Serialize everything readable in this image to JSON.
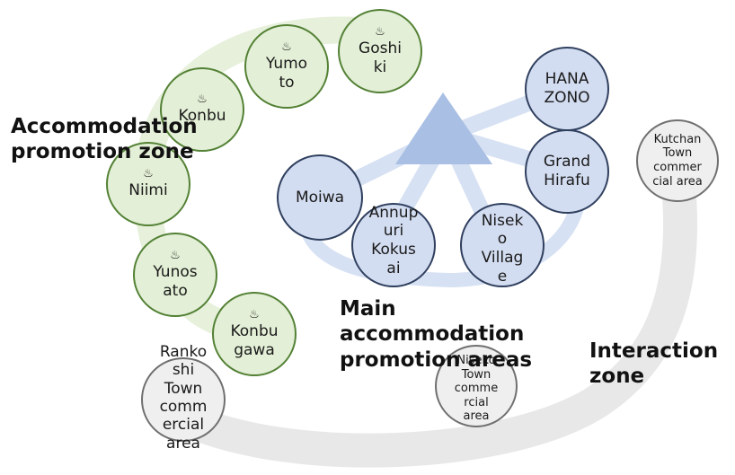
{
  "onsen_symbol": "♨",
  "zones": {
    "accommodation": "Accommodation\npromotion zone",
    "main": "Main\naccommodation\npromotion areas",
    "interaction": "Interaction\nzone"
  },
  "onsen_nodes": {
    "goshiki": "Goshi\nki",
    "yumoto": "Yumo\nto",
    "konbu": "Konbu",
    "niimi": "Niimi",
    "yunosato": "Yunos\nato",
    "konbugawa": "Konbu\ngawa"
  },
  "main_nodes": {
    "hanazono": "HANA\nZONO",
    "grand_hirafu": "Grand\nHirafu",
    "moiwa": "Moiwa",
    "annupuri": "Annup\nuri\nKokus\nai",
    "niseko_village": "Nisek\no\nVillag\ne"
  },
  "commercial_nodes": {
    "kutchan": "Kutchan\nTown\ncommer\ncial area",
    "niseko_town": "Niseko\nTown\ncomme\nrcial\narea",
    "rankoshi": "Ranko\nshi\nTown\ncomm\nercial\narea"
  },
  "colors": {
    "onsen_fill": "#e3efd6",
    "onsen_border": "#538135",
    "main_fill": "#d3ddf1",
    "main_border": "#2f3f5e",
    "commercial_fill": "#efefef",
    "commercial_border": "#6f6f6f",
    "triangle": "#a9bfe3",
    "connector": "#d6e1f3",
    "onsen_band": "#e6f0db",
    "interaction_band": "#e8e8e8"
  }
}
